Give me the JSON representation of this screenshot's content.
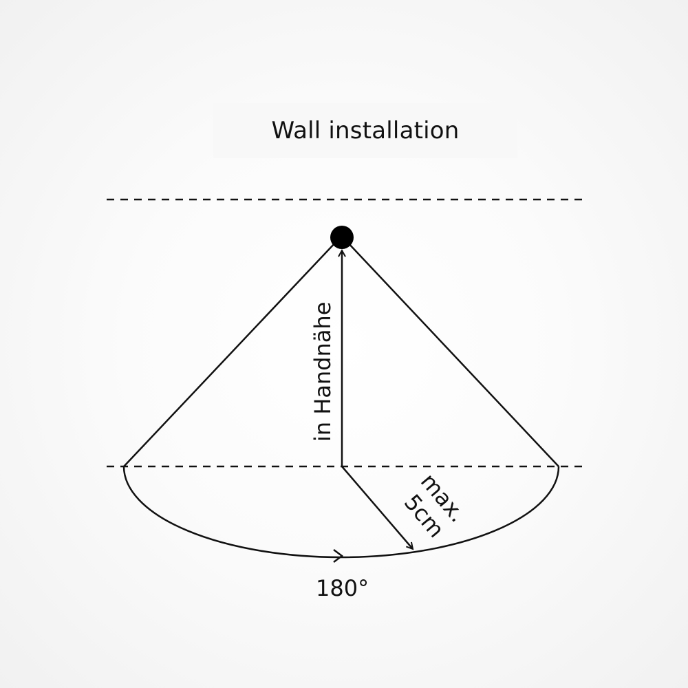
{
  "title": "Wall installation",
  "labels": {
    "vertical": "in Handnähe",
    "radius_line1": "max.",
    "radius_line2": "5cm",
    "angle": "180°"
  }
}
